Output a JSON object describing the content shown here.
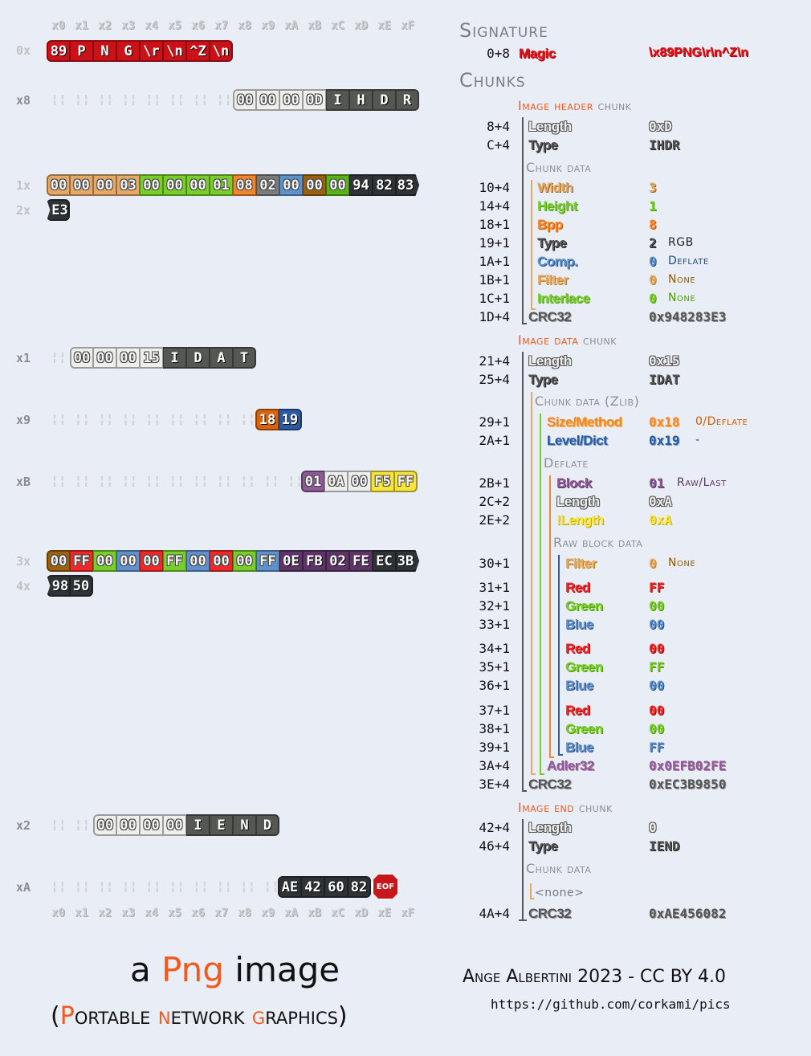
{
  "hex_view": {
    "column_labels": [
      "x0",
      "x1",
      "x2",
      "x3",
      "x4",
      "x5",
      "x6",
      "x7",
      "x8",
      "x9",
      "xA",
      "xB",
      "xC",
      "xD",
      "xE",
      "xF"
    ],
    "rows": [
      {
        "label": "0x",
        "bytes": [
          "89",
          "P",
          "N",
          "G",
          "\\r",
          "\\n",
          "^Z",
          "\\n"
        ]
      },
      {
        "label": "x8",
        "bytes": [
          "00",
          "00",
          "00",
          "0D",
          "I",
          "H",
          "D",
          "R"
        ]
      },
      {
        "label": "1x",
        "bytes": [
          "00",
          "00",
          "00",
          "03",
          "00",
          "00",
          "00",
          "01",
          "08",
          "02",
          "00",
          "00",
          "00",
          "94",
          "82",
          "83"
        ]
      },
      {
        "label": "2x",
        "bytes": [
          "E3"
        ]
      },
      {
        "label": "x1",
        "bytes": [
          "00",
          "00",
          "00",
          "15",
          "I",
          "D",
          "A",
          "T"
        ]
      },
      {
        "label": "x9",
        "bytes": [
          "18",
          "19"
        ]
      },
      {
        "label": "xB",
        "bytes": [
          "01",
          "0A",
          "00",
          "F5",
          "FF"
        ]
      },
      {
        "label": "3x",
        "bytes": [
          "00",
          "FF",
          "00",
          "00",
          "00",
          "FF",
          "00",
          "00",
          "00",
          "FF",
          "0E",
          "FB",
          "02",
          "FE",
          "EC",
          "3B"
        ]
      },
      {
        "label": "4x",
        "bytes": [
          "98",
          "50"
        ]
      },
      {
        "label": "x2",
        "bytes": [
          "00",
          "00",
          "00",
          "00",
          "I",
          "E",
          "N",
          "D"
        ]
      },
      {
        "label": "xA",
        "bytes": [
          "AE",
          "42",
          "60",
          "82"
        ]
      }
    ],
    "eof_label": "EOF"
  },
  "structure": {
    "signature_title": "Signature",
    "signature": {
      "offset": "0+8",
      "name": "Magic",
      "value": "\\x89PNG\\r\\n^Z\\n"
    },
    "chunks_title": "Chunks",
    "ihdr": {
      "title_parts": [
        "Image ",
        "header",
        " chunk"
      ],
      "length": {
        "offset": "8+4",
        "name": "Length",
        "value": "0xD"
      },
      "type": {
        "offset": "C+4",
        "name": "Type",
        "value": "IHDR"
      },
      "data_title": "Chunk data",
      "fields": [
        {
          "offset": "10+4",
          "name": "Width",
          "value": "3",
          "note": ""
        },
        {
          "offset": "14+4",
          "name": "Height",
          "value": "1",
          "note": ""
        },
        {
          "offset": "18+1",
          "name": "Bpp",
          "value": "8",
          "note": ""
        },
        {
          "offset": "19+1",
          "name": "Type",
          "value": "2",
          "note": "RGB"
        },
        {
          "offset": "1A+1",
          "name": "Comp.",
          "value": "0",
          "note": "Deflate"
        },
        {
          "offset": "1B+1",
          "name": "Filter",
          "value": "0",
          "note": "None"
        },
        {
          "offset": "1C+1",
          "name": "Interlace",
          "value": "0",
          "note": "None"
        }
      ],
      "crc": {
        "offset": "1D+4",
        "name": "CRC32",
        "value": "0x948283E3"
      }
    },
    "idat": {
      "title_parts": [
        "Image ",
        "data",
        " chunk"
      ],
      "length": {
        "offset": "21+4",
        "name": "Length",
        "value": "0x15"
      },
      "type": {
        "offset": "25+4",
        "name": "Type",
        "value": "IDAT"
      },
      "data_title": "Chunk data (Zlib)",
      "zlib": [
        {
          "offset": "29+1",
          "name": "Size/Method",
          "value": "0x18",
          "note": "0/Deflate"
        },
        {
          "offset": "2A+1",
          "name": "Level/Dict",
          "value": "0x19",
          "note": "-"
        }
      ],
      "deflate_title": "Deflate",
      "deflate": [
        {
          "offset": "2B+1",
          "name": "Block",
          "value": "01",
          "note": "Raw/Last"
        },
        {
          "offset": "2C+2",
          "name": "Length",
          "value": "0xA",
          "note": ""
        },
        {
          "offset": "2E+2",
          "name": "!Length",
          "value": "0xA",
          "note": ""
        }
      ],
      "raw_title": "Raw block data",
      "filter": {
        "offset": "30+1",
        "name": "Filter",
        "value": "0",
        "note": "None"
      },
      "pixels": [
        {
          "offset": "31+1",
          "name": "Red",
          "value": "FF"
        },
        {
          "offset": "32+1",
          "name": "Green",
          "value": "00"
        },
        {
          "offset": "33+1",
          "name": "Blue",
          "value": "00"
        },
        {
          "offset": "34+1",
          "name": "Red",
          "value": "00"
        },
        {
          "offset": "35+1",
          "name": "Green",
          "value": "FF"
        },
        {
          "offset": "36+1",
          "name": "Blue",
          "value": "00"
        },
        {
          "offset": "37+1",
          "name": "Red",
          "value": "00"
        },
        {
          "offset": "38+1",
          "name": "Green",
          "value": "00"
        },
        {
          "offset": "39+1",
          "name": "Blue",
          "value": "FF"
        }
      ],
      "adler": {
        "offset": "3A+4",
        "name": "Adler32",
        "value": "0x0EFB02FE"
      },
      "crc": {
        "offset": "3E+4",
        "name": "CRC32",
        "value": "0xEC3B9850"
      }
    },
    "iend": {
      "title_parts": [
        "Image ",
        "end",
        " chunk"
      ],
      "length": {
        "offset": "42+4",
        "name": "Length",
        "value": "0"
      },
      "type": {
        "offset": "46+4",
        "name": "Type",
        "value": "IEND"
      },
      "data_title": "Chunk data",
      "none_label": "<none>",
      "crc": {
        "offset": "4A+4",
        "name": "CRC32",
        "value": "0xAE456082"
      }
    }
  },
  "footer": {
    "title_a": "a ",
    "title_png": "Png",
    "title_image": " image",
    "subtitle_open": "(",
    "subtitle_P": "P",
    "subtitle_ortable": "ortable ",
    "subtitle_n": "n",
    "subtitle_etwork": "etwork ",
    "subtitle_g": "g",
    "subtitle_raphics": "raphics)",
    "credit": "Ange Albertini 2023 - CC BY 4.0",
    "url": "https://github.com/corkami/pics"
  },
  "colors": {
    "background": "#e9eef6",
    "signature_red": "#cc1219",
    "chunk_dark": "#555753",
    "length_light": "#eeeeec",
    "width_tan": "#e5a866",
    "height_green": "#78cf2a",
    "bpp_orange": "#f0862e",
    "type_grey": "#7a7c7a",
    "comp_blue": "#5f91cc",
    "filter_brown": "#9a6110",
    "interlace_green": "#5ab317",
    "crc_black": "#2e3436",
    "zlib_orange": "#d8640e",
    "zlib_blue": "#2c5aa0",
    "block_purple": "#8d5b96",
    "nlen_yellow": "#f7e53b",
    "red": "#ef2929",
    "adler_purple": "#5c3566",
    "accent_orange": "#f2591d"
  }
}
